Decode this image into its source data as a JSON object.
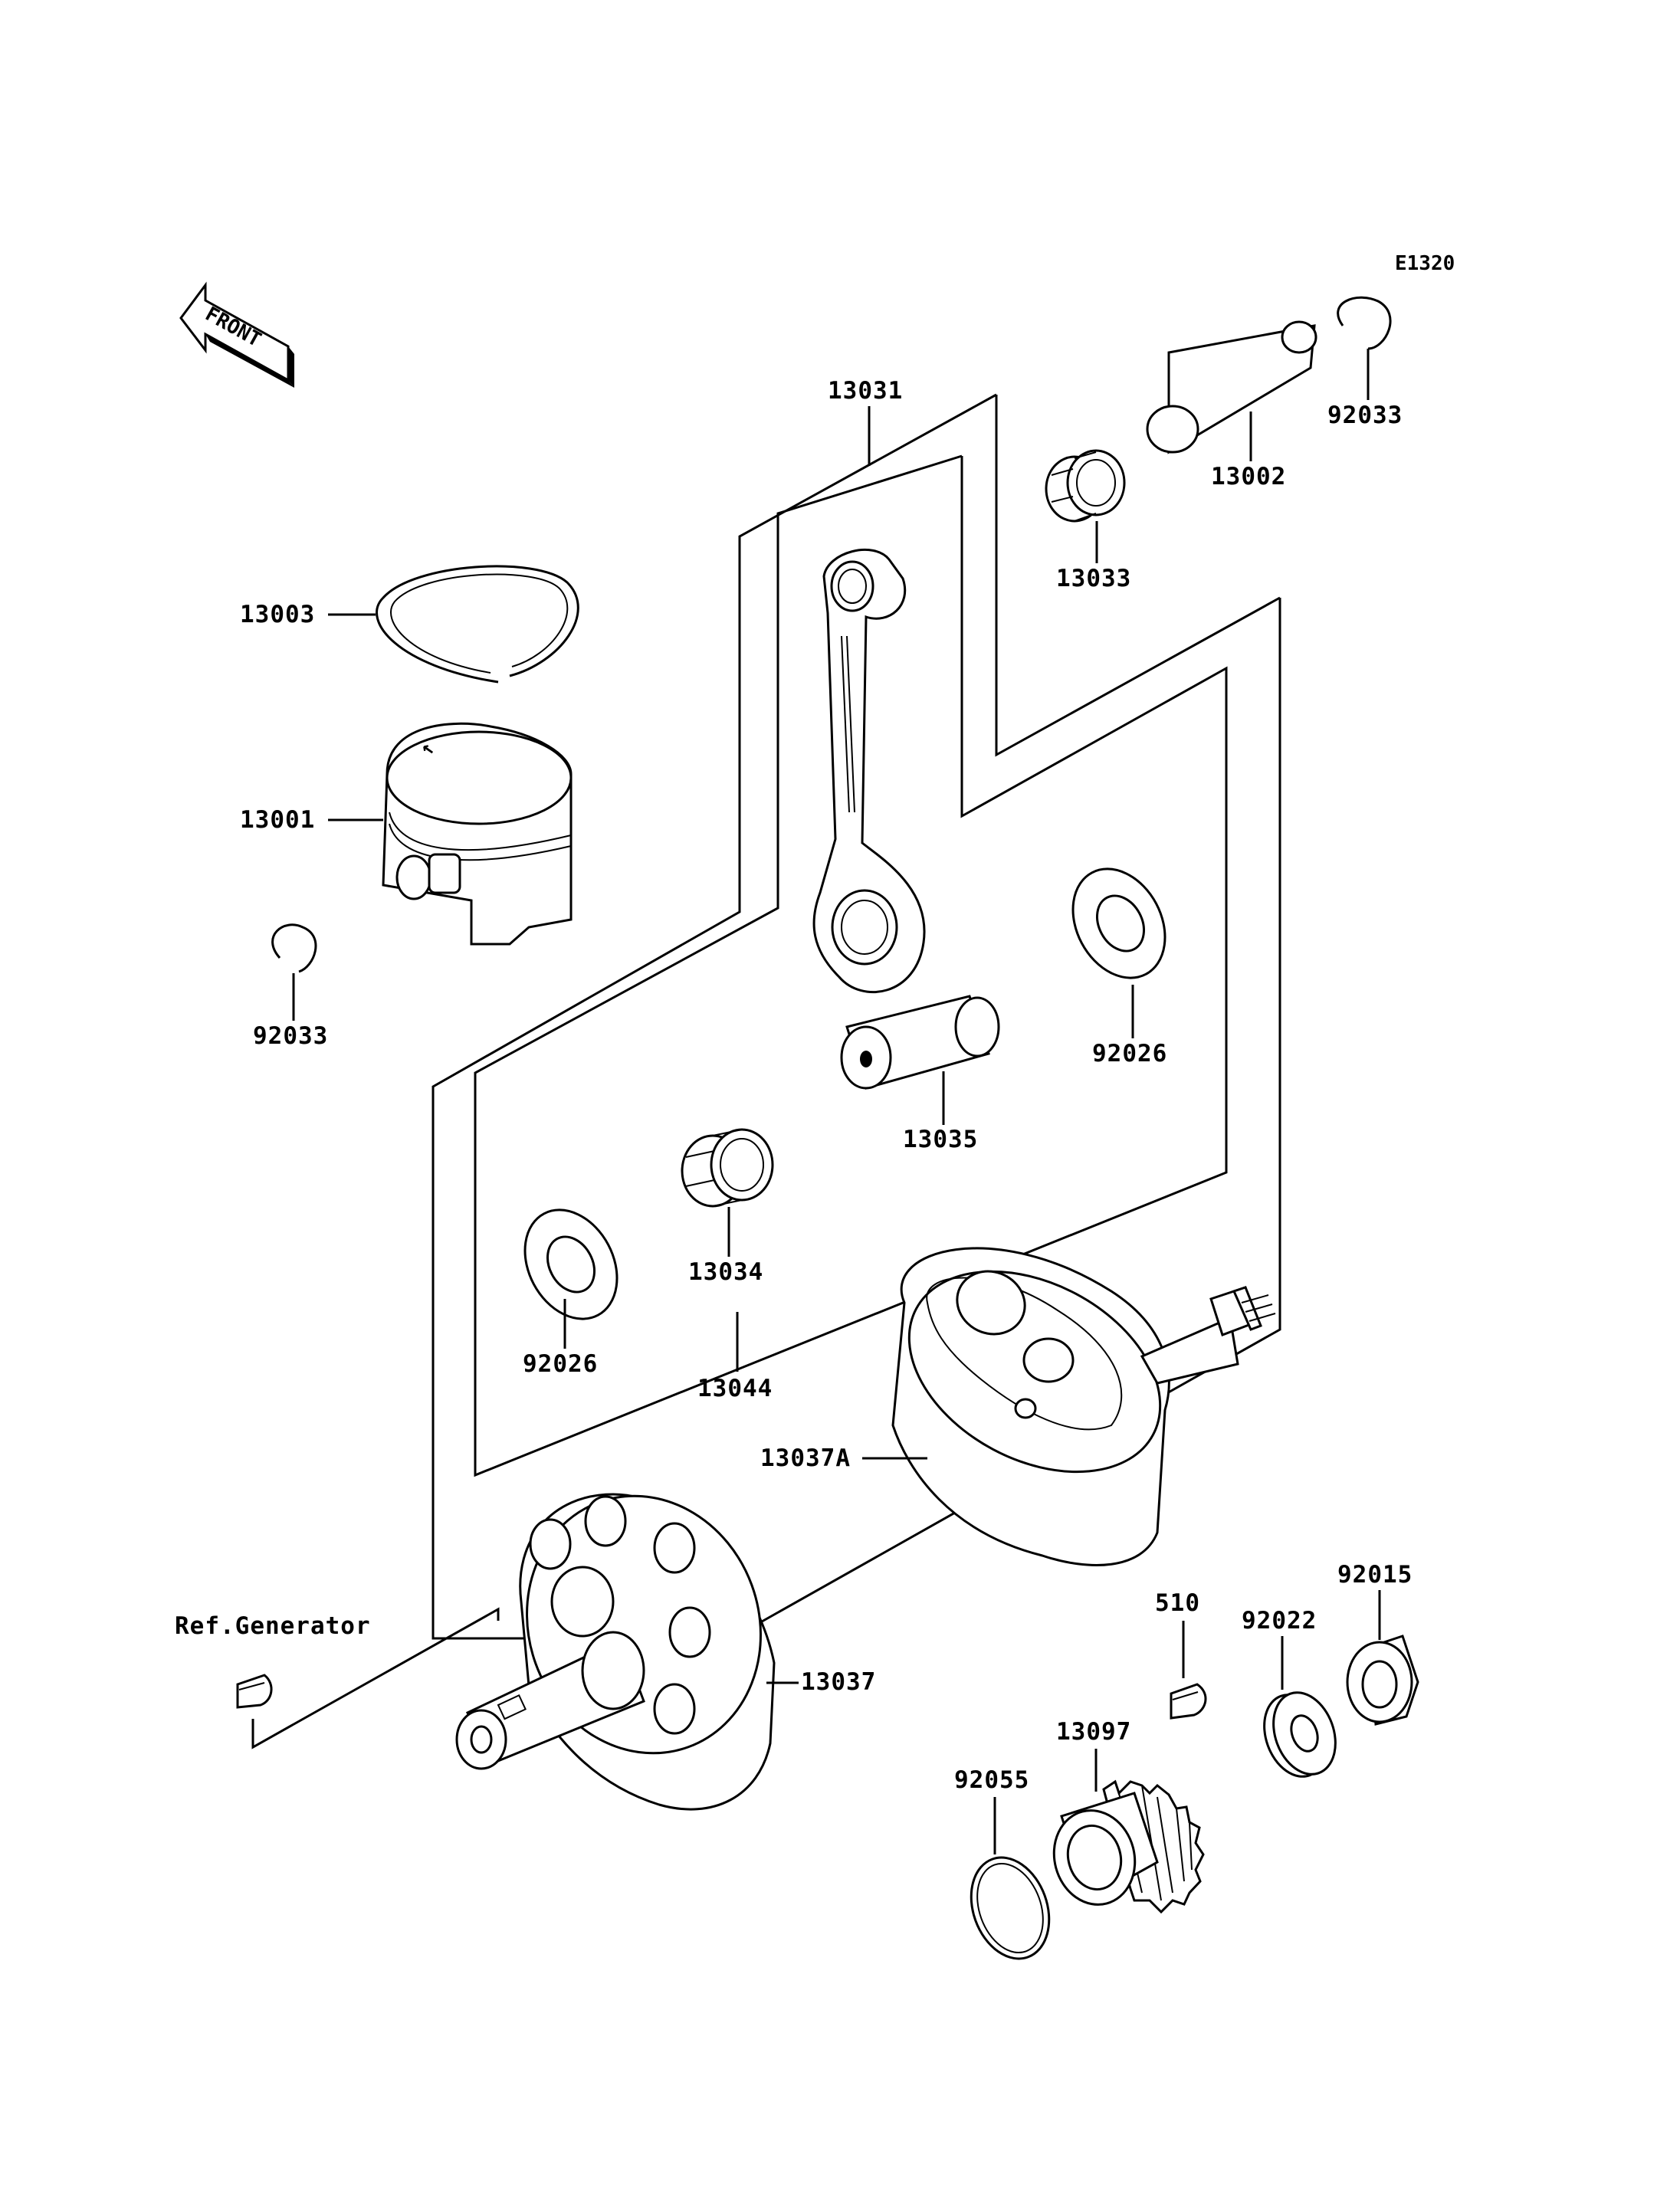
{
  "diagram_code": "E1320",
  "front_label": "FRONT",
  "ref_label": "Ref.Generator",
  "labels": {
    "p13031": "13031",
    "p92033_top": "92033",
    "p13002": "13002",
    "p13033": "13033",
    "p13003": "13003",
    "p13001": "13001",
    "p92033_left": "92033",
    "p92026_right": "92026",
    "p13035": "13035",
    "p13034": "13034",
    "p92026_left": "92026",
    "p13044": "13044",
    "p13037A": "13037A",
    "p13037": "13037",
    "p510": "510",
    "p92015": "92015",
    "p92022": "92022",
    "p13097": "13097",
    "p92055": "92055"
  }
}
